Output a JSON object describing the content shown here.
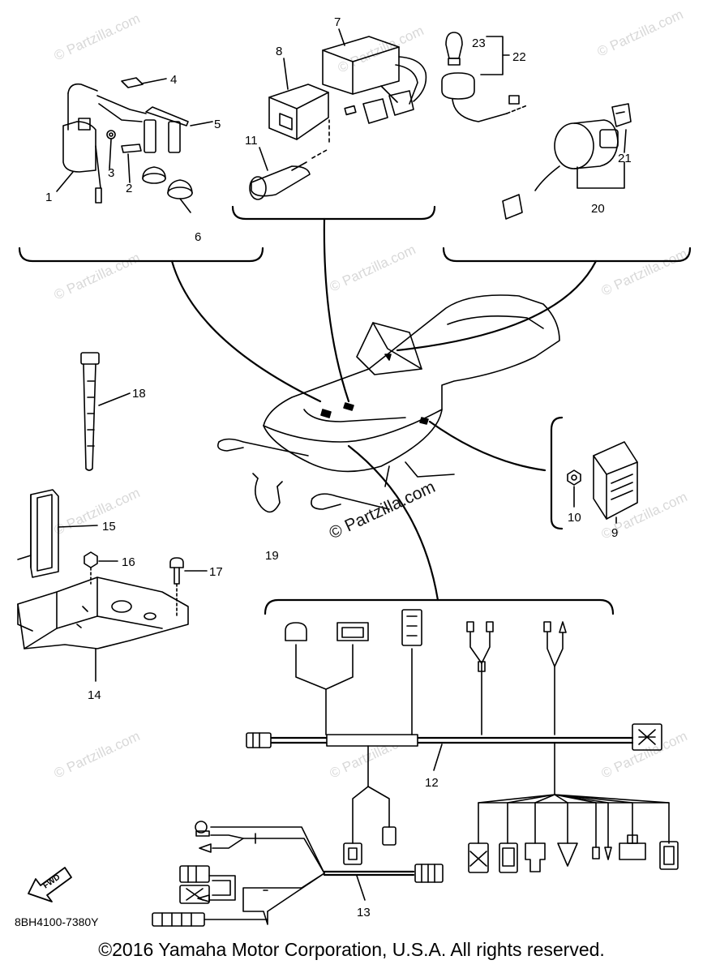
{
  "diagram": {
    "callouts": [
      "1",
      "2",
      "3",
      "4",
      "5",
      "6",
      "7",
      "8",
      "9",
      "10",
      "11",
      "12",
      "13",
      "14",
      "15",
      "16",
      "17",
      "18",
      "19",
      "20",
      "21",
      "22",
      "23"
    ],
    "part_code": "8BH4100-7380Y",
    "fwd_label": "FWD",
    "watermark_text": "© Partzilla.com",
    "watermark_main": "© Partzilla.com"
  },
  "footer": {
    "copyright": "©2016  Yamaha Motor Corporation, U.S.A. All rights reserved."
  }
}
